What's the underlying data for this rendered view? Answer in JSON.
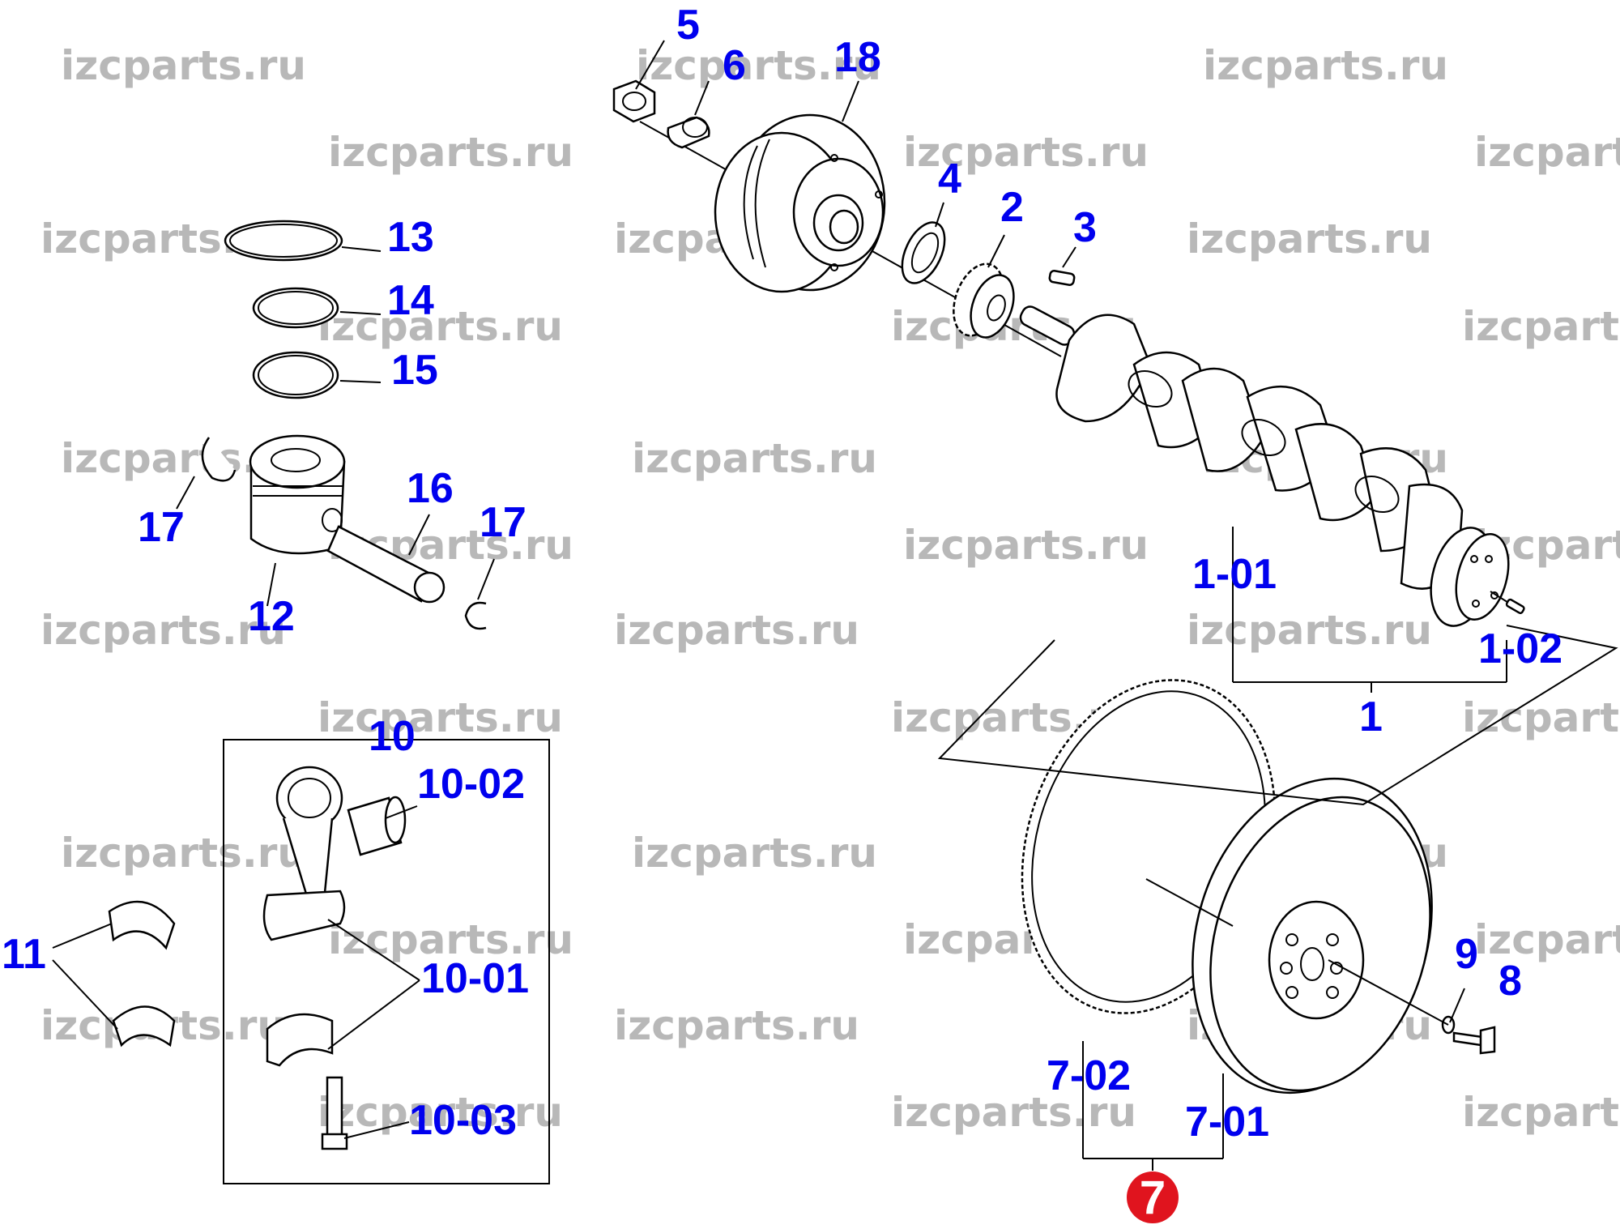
{
  "watermark": "izcparts.ru",
  "highlight_color": "#e0141e",
  "label_color": "#0000ee",
  "labels": {
    "l5": "5",
    "l6": "6",
    "l18": "18",
    "l4": "4",
    "l2": "2",
    "l3": "3",
    "l13": "13",
    "l14": "14",
    "l15": "15",
    "l16": "16",
    "l17a": "17",
    "l17b": "17",
    "l12": "12",
    "l1_01": "1-01",
    "l1_02": "1-02",
    "l1": "1",
    "l10": "10",
    "l10_02": "10-02",
    "l10_01": "10-01",
    "l10_03": "10-03",
    "l11": "11",
    "l9": "9",
    "l8": "8",
    "l7_02": "7-02",
    "l7_01": "7-01",
    "l7": "7"
  }
}
